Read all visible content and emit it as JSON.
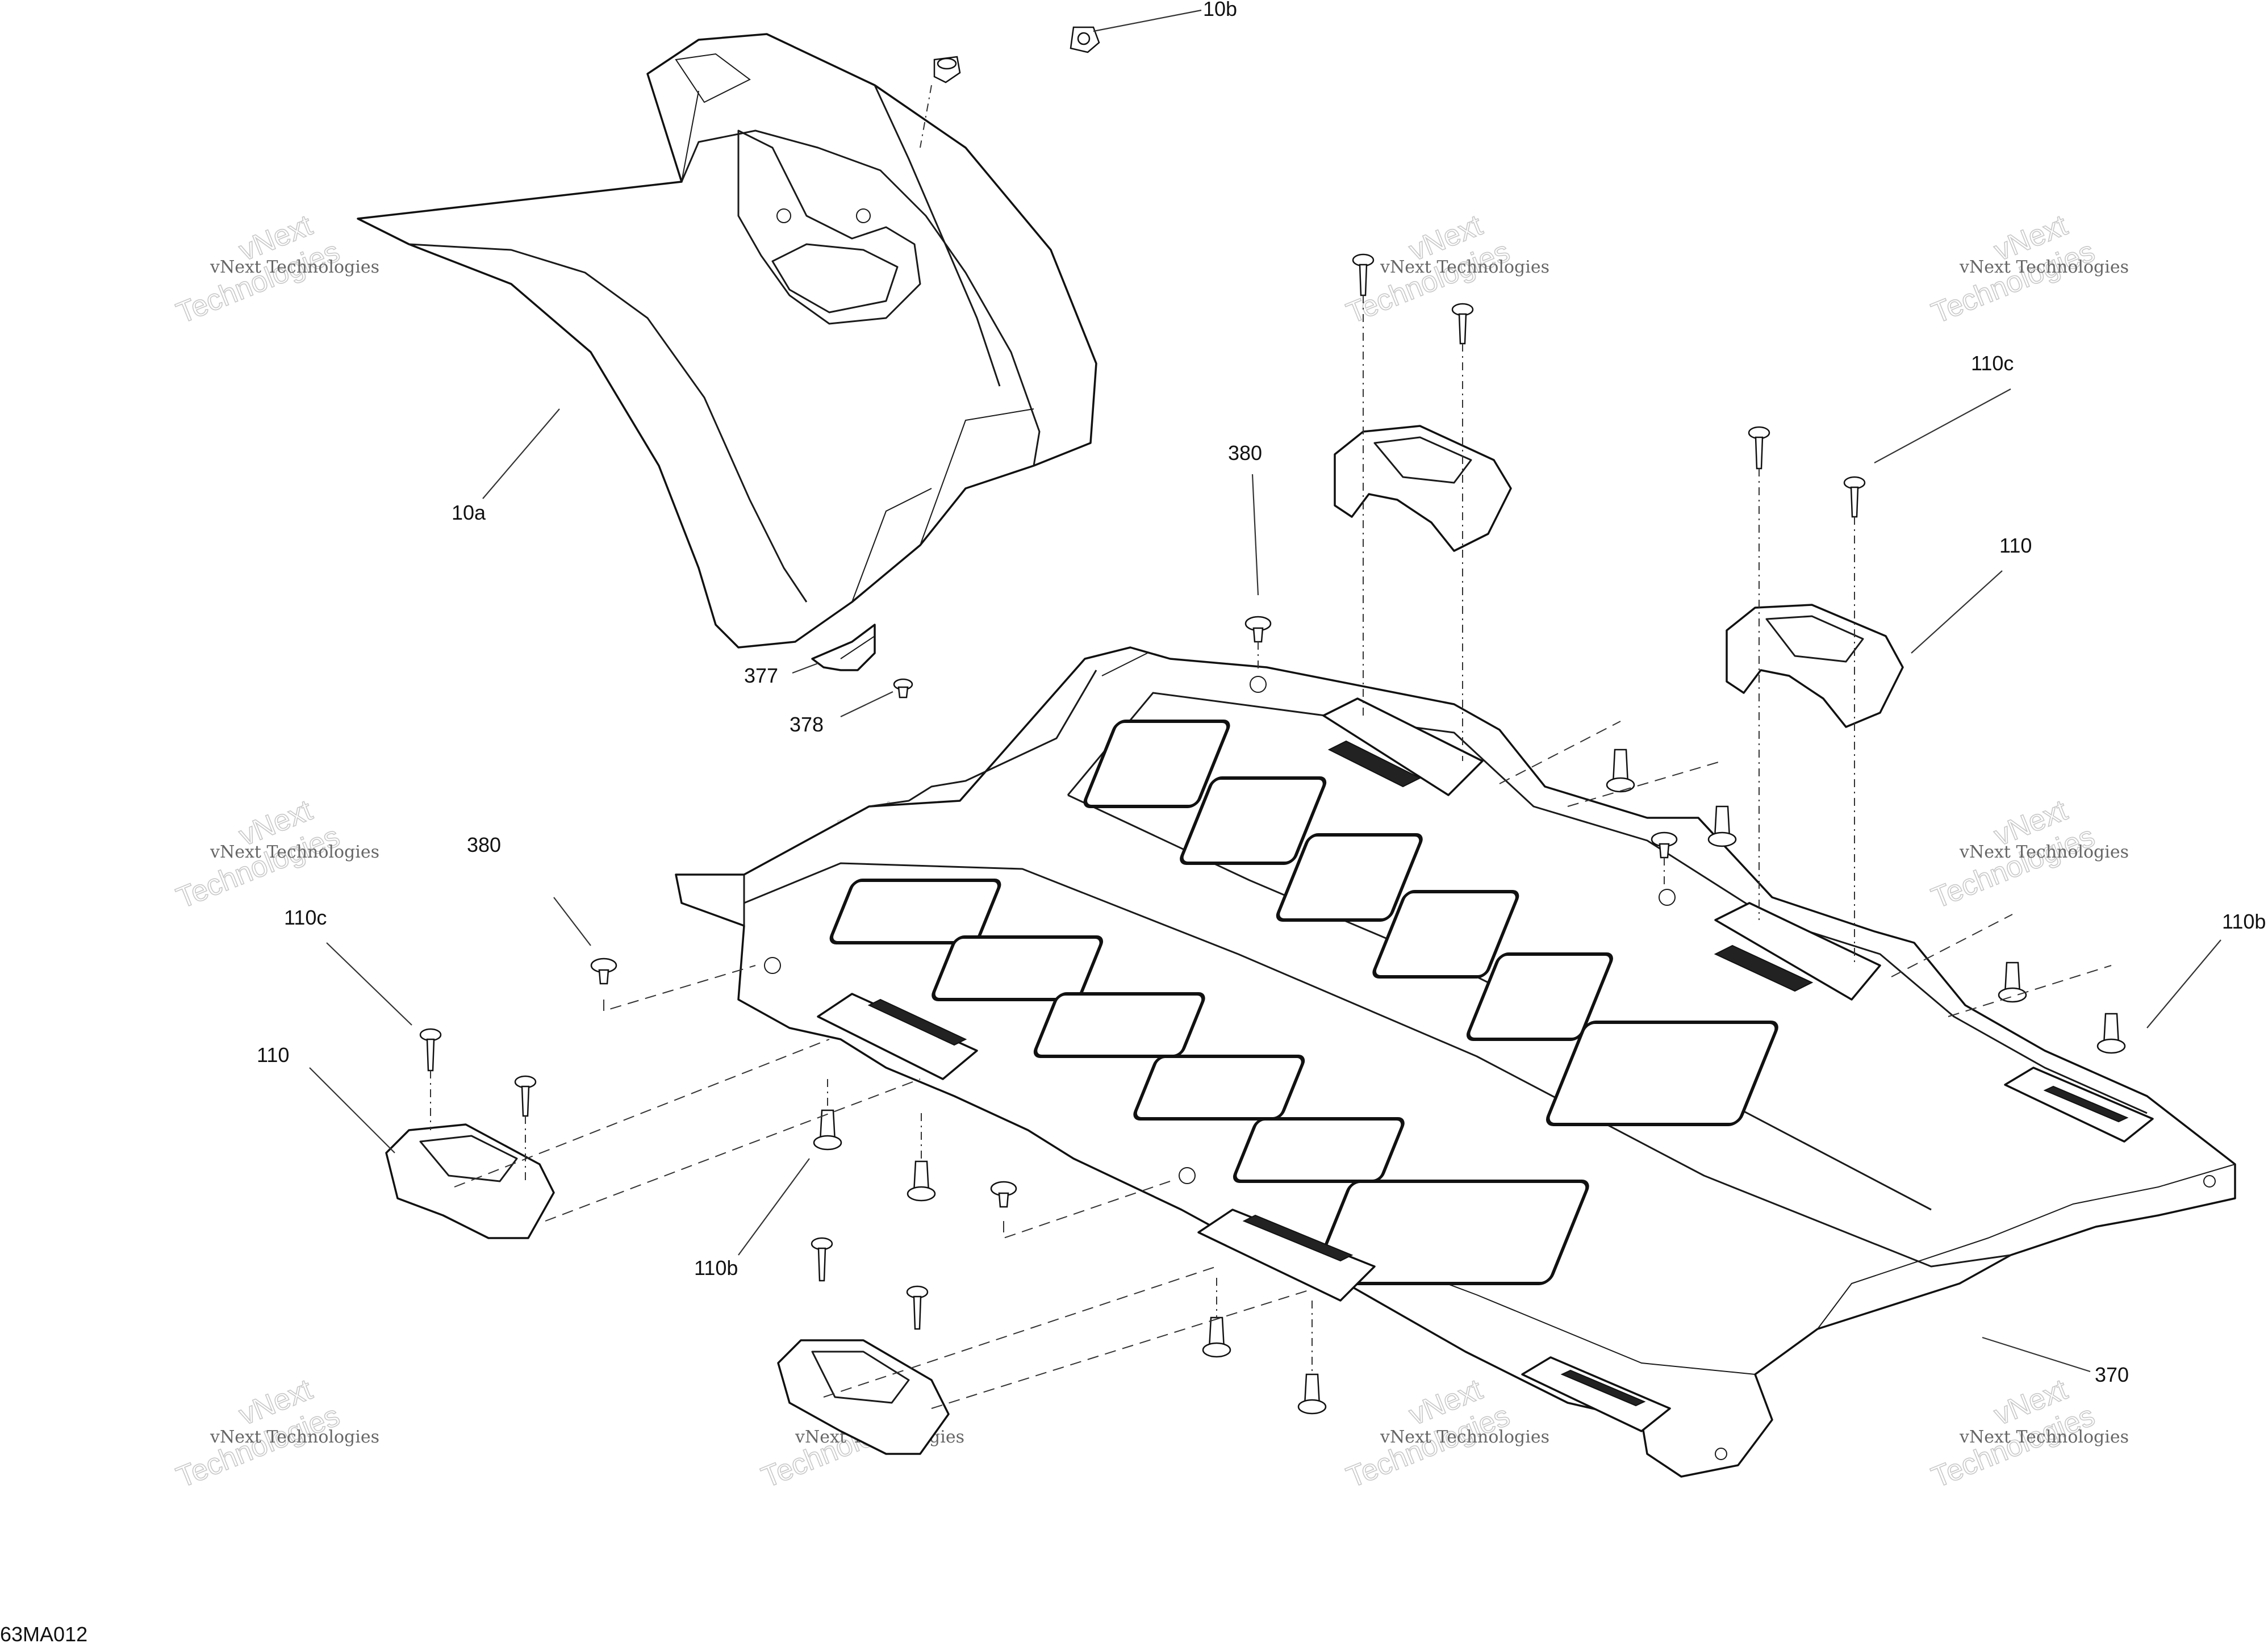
{
  "drawing_code": "63MA012",
  "watermark": {
    "small": "vNext Technologies",
    "large_line1": "vNext",
    "large_line2": "Technologies"
  },
  "callouts": {
    "c10b_top": "10b",
    "c10a": "10a",
    "c377": "377",
    "c378": "378",
    "c380_center": "380",
    "c380_left": "380",
    "c110c_right": "110c",
    "c110_right": "110",
    "c110c_left": "110c",
    "c110_left": "110",
    "c110b_right": "110b",
    "c110b_left": "110b",
    "c370": "370"
  },
  "colors": {
    "line": "#111111",
    "watermark_small": "#666666",
    "watermark_large": "#c8c8c8",
    "background": "#ffffff"
  }
}
